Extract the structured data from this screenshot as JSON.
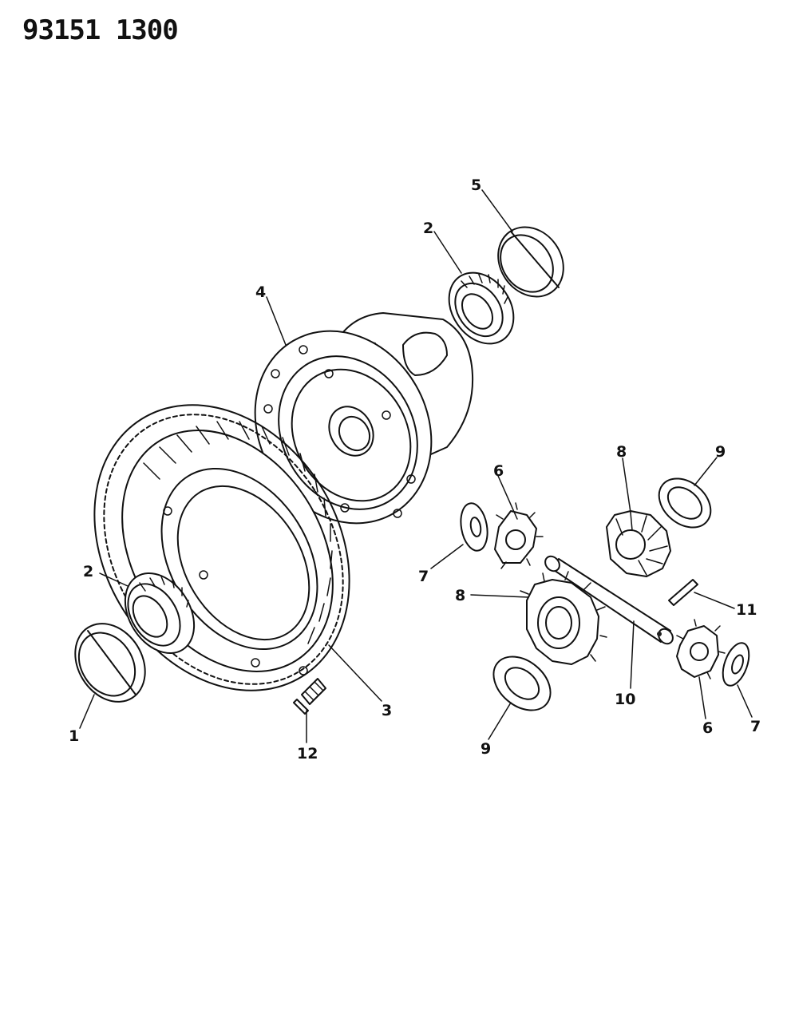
{
  "header": {
    "figure_code": "93151 1300"
  },
  "callouts": [
    {
      "id": "c1",
      "text": "1"
    },
    {
      "id": "c2a",
      "text": "2"
    },
    {
      "id": "c2b",
      "text": "2"
    },
    {
      "id": "c3",
      "text": "3"
    },
    {
      "id": "c4",
      "text": "4"
    },
    {
      "id": "c5",
      "text": "5"
    },
    {
      "id": "c6a",
      "text": "6"
    },
    {
      "id": "c6b",
      "text": "6"
    },
    {
      "id": "c7a",
      "text": "7"
    },
    {
      "id": "c7b",
      "text": "7"
    },
    {
      "id": "c8a",
      "text": "8"
    },
    {
      "id": "c8b",
      "text": "8"
    },
    {
      "id": "c9a",
      "text": "9"
    },
    {
      "id": "c9b",
      "text": "9"
    },
    {
      "id": "c10",
      "text": "10"
    },
    {
      "id": "c11",
      "text": "11"
    },
    {
      "id": "c12",
      "text": "12"
    }
  ]
}
